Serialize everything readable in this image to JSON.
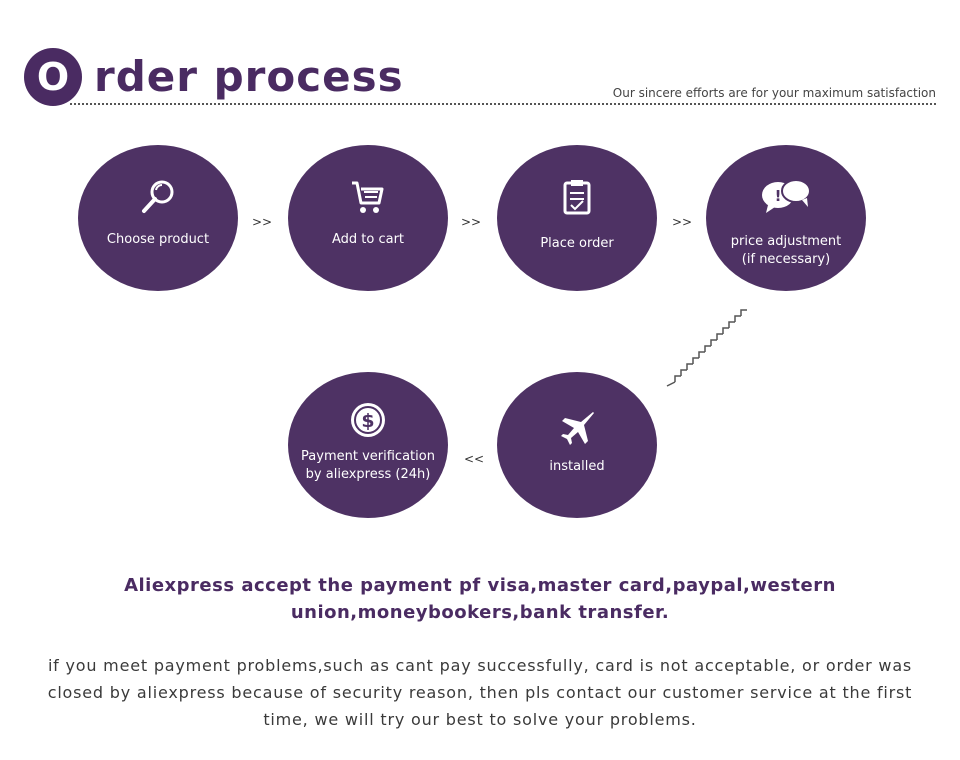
{
  "header": {
    "logo_letter": "O",
    "title": "rder process",
    "subtitle": "Our sincere efforts are for your maximum satisfaction"
  },
  "steps": [
    {
      "label": "Choose product",
      "icon": "magnifier-icon"
    },
    {
      "label": "Add to cart",
      "icon": "cart-icon"
    },
    {
      "label": "Place order",
      "icon": "clipboard-icon"
    },
    {
      "label": "price adjustment\n(if necessary)",
      "icon": "chat-bubbles-icon"
    },
    {
      "label": "installed",
      "icon": "airplane-icon"
    },
    {
      "label": "Payment verification\nby aliexpress (24h)",
      "icon": "dollar-coin-icon"
    }
  ],
  "arrows": {
    "right": ">>",
    "left": "<<"
  },
  "payments_text": "Aliexpress accept the payment pf visa,master card,paypal,western union,moneybookers,bank transfer.",
  "note_text": "if you meet payment problems,such as cant pay successfully, card is not acceptable, or order was closed by aliexpress because of security reason, then pls contact our customer service at the first time, we will try our best to solve your problems.",
  "colors": {
    "accent": "#4e3264",
    "text": "#3a3a3a"
  }
}
